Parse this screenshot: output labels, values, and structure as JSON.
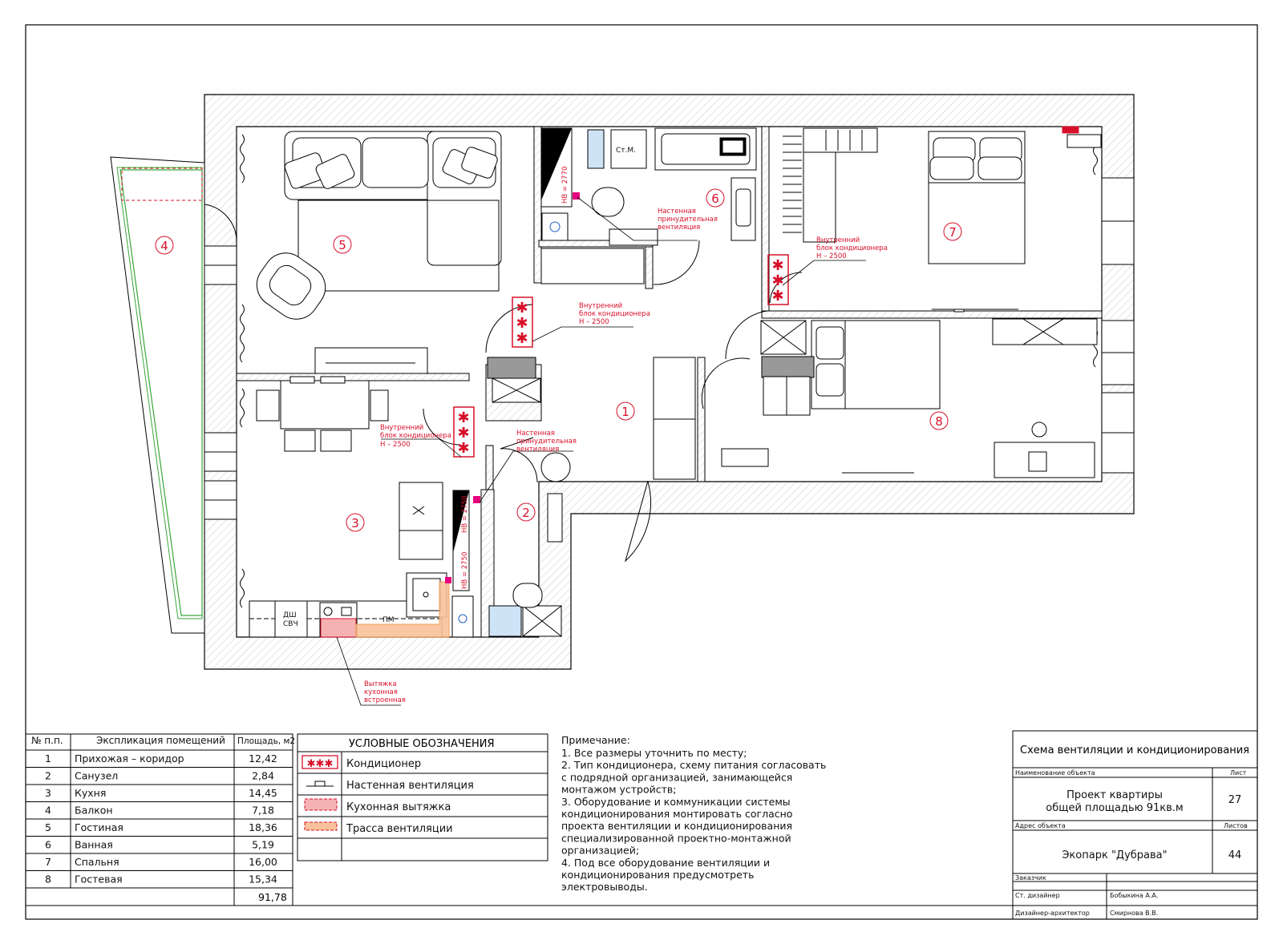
{
  "rooms": [
    {
      "no": "1",
      "name": "Прихожая – коридор",
      "area": "12,42"
    },
    {
      "no": "2",
      "name": "Санузел",
      "area": "2,84"
    },
    {
      "no": "3",
      "name": "Кухня",
      "area": "14,45"
    },
    {
      "no": "4",
      "name": "Балкон",
      "area": "7,18"
    },
    {
      "no": "5",
      "name": "Гостиная",
      "area": "18,36"
    },
    {
      "no": "6",
      "name": "Ванная",
      "area": "5,19"
    },
    {
      "no": "7",
      "name": "Спальня",
      "area": "16,00"
    },
    {
      "no": "8",
      "name": "Гостевая",
      "area": "15,34"
    }
  ],
  "explication": {
    "col_no": "№ п.п.",
    "col_name": "Экспликация помещений",
    "col_area": "Площадь, м2",
    "total": "91,78"
  },
  "legend": {
    "title": "УСЛОВНЫЕ ОБОЗНАЧЕНИЯ",
    "items": [
      "Кондиционер",
      "Настенная вентиляция",
      "Кухонная вытяжка",
      "Трасса вентиляции"
    ]
  },
  "notes": {
    "heading": "Примечание:",
    "lines": [
      "1. Все размеры уточнить по месту;",
      "2. Тип кондиционера, схему питания согласовать",
      "с подрядной организацией, занимающейся",
      "монтажом устройств;",
      "3. Оборудование и коммуникации системы",
      "кондиционирования монтировать согласно",
      "проекта вентиляции и кондиционирования",
      "специализированной проектно-монтажной",
      "организацией;",
      "4. Под все оборудование вентиляции и",
      "кондиционирования предусмотреть",
      "электровыводы."
    ]
  },
  "stamp": {
    "title": "Схема вентиляции и кондиционирования",
    "object_label": "Наименование объекта",
    "sheet_label": "Лист",
    "object_line1": "Проект квартиры",
    "object_line2": "общей площадью 91кв.м",
    "sheet_no": "27",
    "address_label": "Адрес объекта",
    "sheets_label": "Листов",
    "address": "Экопарк \"Дубрава\"",
    "sheets_total": "44",
    "client_label": "Заказчик",
    "role1": "Ст. дизайнер",
    "person1": "Бобыкина А.А.",
    "role2": "Дизайнер-архитектор",
    "person2": "Смирнова В.В."
  },
  "plan": {
    "ac_label": [
      "Внутренний",
      "блок кондиционера",
      "Н – 2500"
    ],
    "vent_label": [
      "Настенная",
      "принудительная",
      "вентиляция"
    ],
    "hood_label": [
      "Вытяжка",
      "кухонная",
      "встроенная"
    ],
    "nv_2770": "НВ = 2770",
    "nv_2750": "НВ = 2750",
    "cabinet_label": "Ст.М.",
    "dw_label": "ДШ",
    "mw_label": "СВЧ",
    "pm_label": "ПМ"
  },
  "colors": {
    "accent_red": "#d8102a",
    "hood_fill": "#f6b2b2",
    "route_fill": "#f9c29a",
    "magenta": "#e6007e",
    "balcony_green": "#3aa63a"
  }
}
